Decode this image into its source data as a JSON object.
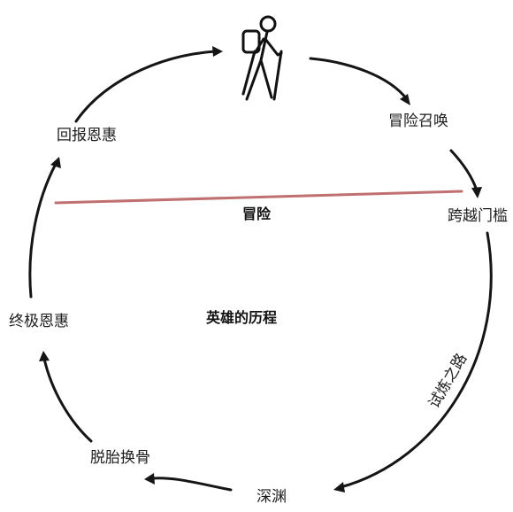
{
  "diagram": {
    "center_title": "英雄的历程",
    "threshold_label": "冒险",
    "stages": {
      "call": "冒险召唤",
      "threshold": "跨越门槛",
      "trials": "试炼之路",
      "abyss": "深渊",
      "transformation": "脱胎换骨",
      "ultimate_boon": "终极恩惠",
      "return": "回报恩惠"
    },
    "icon": "hiker-icon",
    "colors": {
      "threshold_line": "#c07070",
      "arrows": "#151515"
    }
  }
}
